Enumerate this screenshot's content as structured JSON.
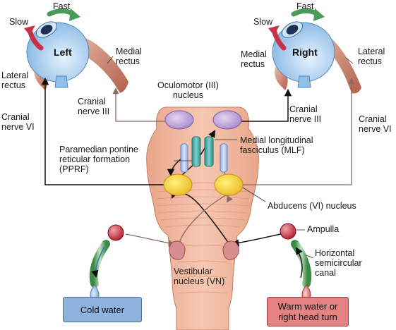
{
  "labels": {
    "fast_left": "Fast",
    "slow_left": "Slow",
    "fast_right": "Fast",
    "slow_right": "Slow",
    "left_eye": "Left",
    "right_eye": "Right",
    "medial_rectus_left": "Medial\nrectus",
    "lateral_rectus_left": "Lateral\nrectus",
    "medial_rectus_right": "Medial\nrectus",
    "lateral_rectus_right": "Lateral\nrectus",
    "oculomotor_nucleus": "Oculomotor (III)\nnucleus",
    "cranial_nerve_iii_left": "Cranial\nnerve III",
    "cranial_nerve_iii_right": "Cranial\nnerve III",
    "cranial_nerve_vi_left": "Cranial\nnerve VI",
    "cranial_nerve_vi_right": "Cranial\nnerve VI",
    "mlf": "Medial longitudinal\nfasciculus (MLF)",
    "pprf": "Paramedian pontine\nreticular formation\n(PPRF)",
    "abducens_nucleus": "Abducens (VI) nucleus",
    "ampulla": "Ampulla",
    "horizontal_canal": "Horizontal\nsemicircular\ncanal",
    "vestibular_nucleus": "Vestibular\nnucleus (VN)",
    "cold_water": "Cold water",
    "warm_water": "Warm water or\nright head turn"
  },
  "colors": {
    "eye_blue": "#9ec8ec",
    "muscle": "#c98a78",
    "brainstem": "#efb49c",
    "oculomotor_nucleus": "#b89bd1",
    "abducens_nucleus": "#f4cf3a",
    "vestibular_nucleus": "#d88e8e",
    "mlf_teal": "#4fb0ad",
    "pprf_blue": "#a9c2ea",
    "canal_green": "#5fa468",
    "ampulla_red": "#c5283a",
    "slow_arrow": "#c83248",
    "fast_arrow": "#4c9a5a",
    "cold_box": "#8fb2dc",
    "warm_box": "#e48181"
  }
}
